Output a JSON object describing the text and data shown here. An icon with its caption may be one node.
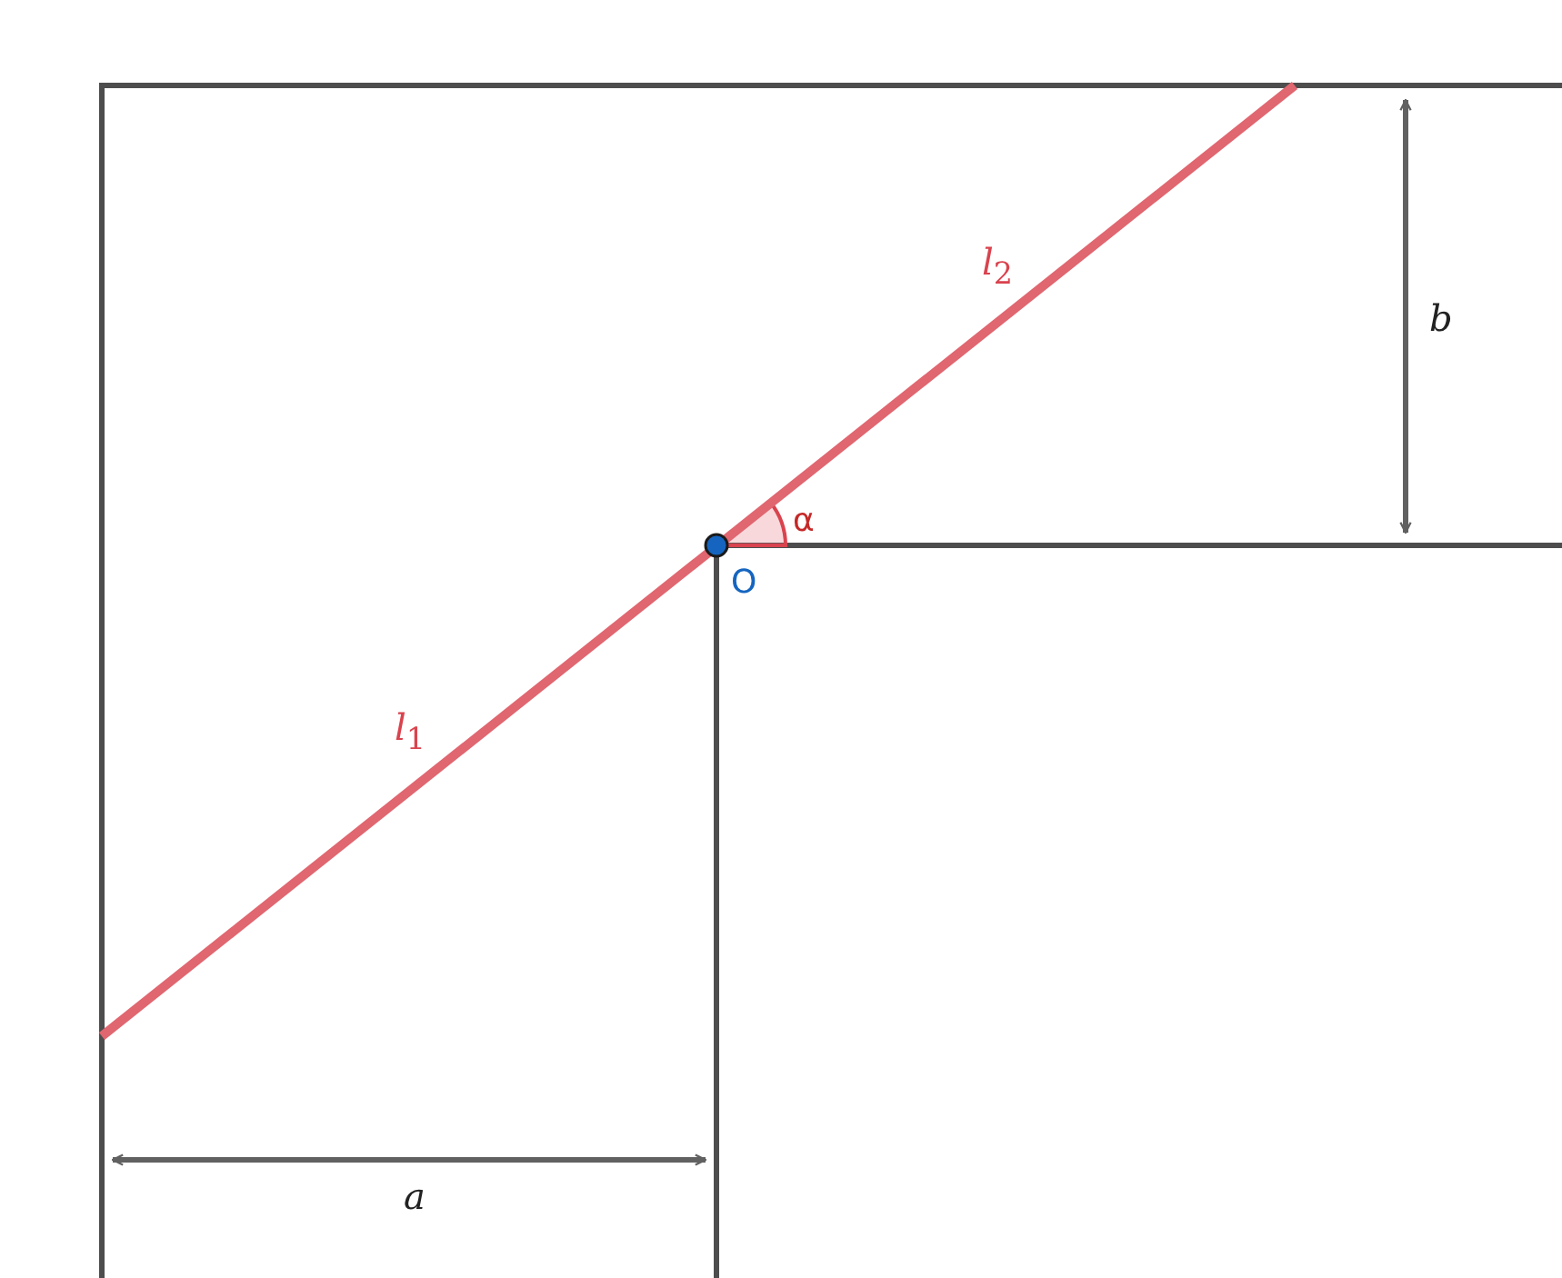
{
  "diagram": {
    "labels": [
      "*l*$_{2}$",
      "*b*",
      "α",
      "O",
      "*l*$_{1}$",
      "*a*"
    ]
  }
}
